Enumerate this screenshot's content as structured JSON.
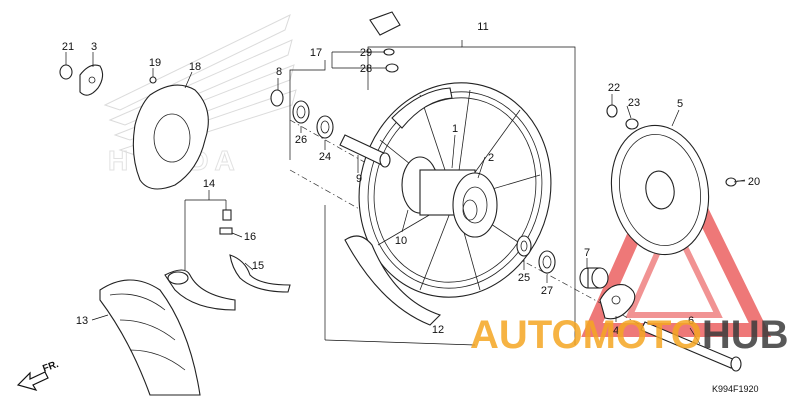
{
  "diagram_code": "K994F1920",
  "direction_label": "FR.",
  "watermark": {
    "brand_part1": "AUTO",
    "brand_part2": "MOTO",
    "brand_part3": "HUB",
    "emblem_text": "HONDA",
    "color_orange": "#f5a623",
    "color_dark": "#3b3b3b",
    "color_triangle": "#e84b4b"
  },
  "callouts": {
    "n1": "1",
    "n2": "2",
    "n3": "3",
    "n4": "4",
    "n5": "5",
    "n6": "6",
    "n7": "7",
    "n8": "8",
    "n9": "9",
    "n10": "10",
    "n11": "11",
    "n12": "12",
    "n13": "13",
    "n14": "14",
    "n15": "15",
    "n16": "16",
    "n17": "17",
    "n18": "18",
    "n19": "19",
    "n20": "20",
    "n21": "21",
    "n22": "22",
    "n23": "23",
    "n24": "24",
    "n25": "25",
    "n26": "26",
    "n27": "27",
    "n28": "28",
    "n29": "29"
  }
}
